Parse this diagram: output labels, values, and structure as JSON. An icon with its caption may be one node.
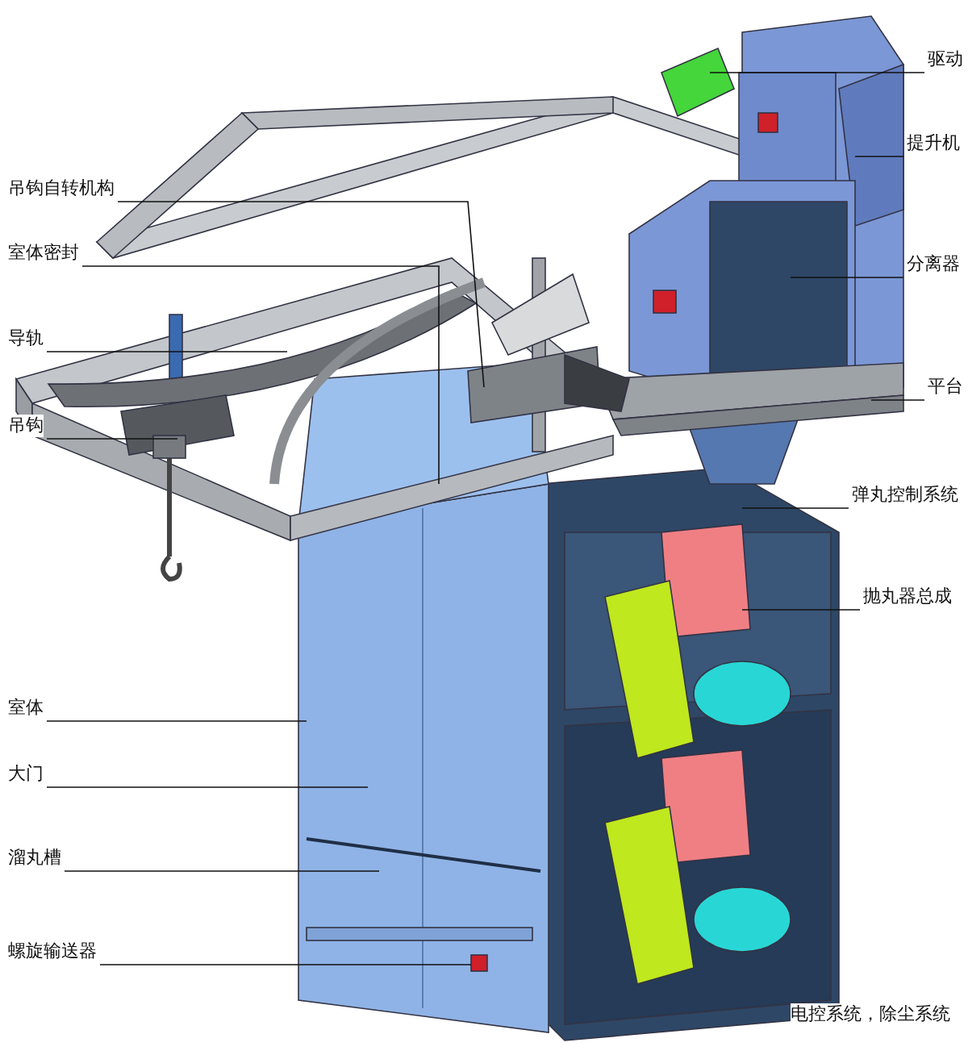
{
  "diagram": {
    "nodes": [
      {
        "text": [
          "驱动"
        ]
      },
      {
        "text": [
          "提升机"
        ]
      },
      {
        "text": [
          "吊钩自转机构"
        ]
      },
      {
        "text": [
          "室体密封"
        ]
      },
      {
        "text": [
          "分离器"
        ]
      },
      {
        "text": [
          "导轨"
        ]
      },
      {
        "text": [
          "平台"
        ]
      },
      {
        "text": [
          "吊钩"
        ]
      },
      {
        "text": [
          "弹丸控制系统"
        ]
      },
      {
        "text": [
          "抛丸器总成"
        ]
      },
      {
        "text": [
          "室体"
        ]
      },
      {
        "text": [
          "大门"
        ]
      },
      {
        "text": [
          "溜丸槽"
        ]
      },
      {
        "text": [
          "螺旋输送器"
        ]
      }
    ],
    "edges": [
      {
        "from": 0,
        "to": null,
        "arrow": "none"
      },
      {
        "from": 1,
        "to": null,
        "arrow": "none"
      },
      {
        "from": 2,
        "to": null,
        "arrow": "none"
      },
      {
        "from": 3,
        "to": null,
        "arrow": "none"
      },
      {
        "from": 4,
        "to": null,
        "arrow": "none"
      },
      {
        "from": 5,
        "to": null,
        "arrow": "none"
      },
      {
        "from": 6,
        "to": null,
        "arrow": "none"
      },
      {
        "from": 7,
        "to": null,
        "arrow": "none"
      },
      {
        "from": 8,
        "to": null,
        "arrow": "none"
      },
      {
        "from": 9,
        "to": null,
        "arrow": "none"
      },
      {
        "from": 10,
        "to": null,
        "arrow": "none"
      },
      {
        "from": 11,
        "to": null,
        "arrow": "none"
      },
      {
        "from": 12,
        "to": null,
        "arrow": "none"
      },
      {
        "from": 13,
        "to": null,
        "arrow": "none"
      }
    ],
    "labels": [
      "电控系统，除尘系统"
    ]
  }
}
